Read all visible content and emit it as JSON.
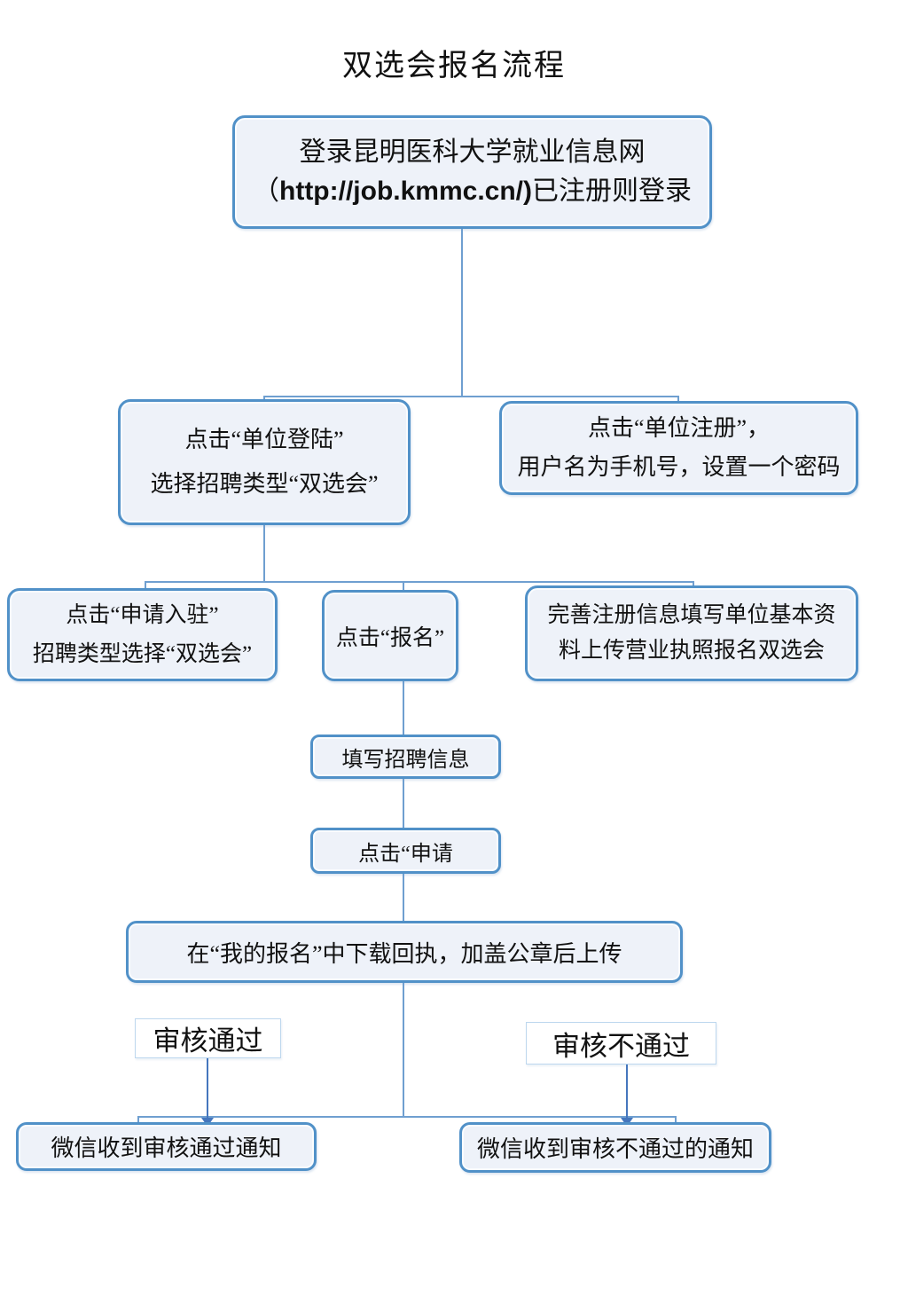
{
  "title": "双选会报名流程",
  "colors": {
    "box_border": "#5191c8",
    "box_fill": "#eef2f9",
    "connector": "#6f9fd0",
    "arrow": "#4576bd",
    "label_border": "#bdd7ee",
    "text": "#111111"
  },
  "nodes": {
    "login_site": {
      "line1": "登录昆明医科大学就业信息网",
      "line2_prefix": "（",
      "line2_url": "http://job.kmmc.cn/)",
      "line2_suffix": "已注册则登录"
    },
    "unit_login": {
      "line1": "点击“单位登陆”",
      "line2": "选择招聘类型“双选会”"
    },
    "unit_register": {
      "line1": "点击“单位注册”，",
      "line2": "用户名为手机号，设置一个密码"
    },
    "apply_settle": {
      "line1": "点击“申请入驻”",
      "line2": "招聘类型选择“双选会”"
    },
    "click_signup": {
      "line1": "点击“报名”"
    },
    "complete_info": {
      "line1": "完善注册信息填写单位基本资",
      "line2": "料上传营业执照报名双选会"
    },
    "fill_recruit_info": {
      "line1": "填写招聘信息"
    },
    "click_apply": {
      "line1": "点击“申请"
    },
    "download_receipt": {
      "line1": "在“我的报名”中下载回执，加盖公章后上传"
    },
    "review_pass": {
      "line1": "审核通过"
    },
    "review_fail": {
      "line1": "审核不通过"
    },
    "wechat_pass_notice": {
      "line1": "微信收到审核通过通知"
    },
    "wechat_fail_notice": {
      "line1": "微信收到审核不通过的通知"
    }
  }
}
